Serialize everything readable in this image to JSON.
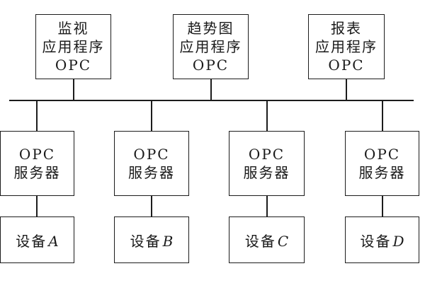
{
  "colors": {
    "background": "#ffffff",
    "line": "#1c1c1c",
    "text": "#1a1a1a"
  },
  "app_boxes": [
    {
      "id": "monitor",
      "lines": [
        "监视",
        "应用程序",
        "OPC"
      ]
    },
    {
      "id": "trend",
      "lines": [
        "趋势图",
        "应用程序",
        "OPC"
      ]
    },
    {
      "id": "report",
      "lines": [
        "报表",
        "应用程序",
        "OPC"
      ]
    }
  ],
  "bus": {
    "name": "opc-network-bus"
  },
  "server_boxes": [
    {
      "lines": [
        "OPC",
        "服务器"
      ]
    },
    {
      "lines": [
        "OPC",
        "服务器"
      ]
    },
    {
      "lines": [
        "OPC",
        "服务器"
      ]
    },
    {
      "lines": [
        "OPC",
        "服务器"
      ]
    }
  ],
  "device_boxes": [
    {
      "prefix": "设备",
      "letter": "A"
    },
    {
      "prefix": "设备",
      "letter": "B"
    },
    {
      "prefix": "设备",
      "letter": "C"
    },
    {
      "prefix": "设备",
      "letter": "D"
    }
  ]
}
